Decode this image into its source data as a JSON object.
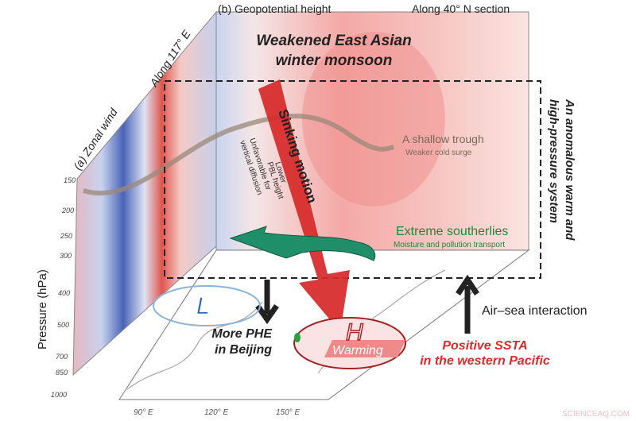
{
  "panel_a": {
    "label": "(a) Zonal wind",
    "section": "Along 117° E"
  },
  "panel_b": {
    "label": "(b) Geopotential height",
    "section": "Along 40° N section"
  },
  "axis": {
    "ylabel": "Pressure (hPa)",
    "yticks": [
      "150",
      "200",
      "250",
      "300",
      "400",
      "500",
      "700",
      "850",
      "1000"
    ],
    "xticks": [
      "90° E",
      "120° E",
      "150° E"
    ]
  },
  "labels": {
    "monsoon_line1": "Weakened East Asian",
    "monsoon_line2": "winter monsoon",
    "trough": "A shallow trough",
    "cold_surge": "Weaker cold surge",
    "sinking": "Sinking motion",
    "pbl_line1": "Lower",
    "pbl_line2": "PBL height",
    "diff_line1": "Unfavorable for",
    "diff_line2": "vertical diffusion",
    "southerlies": "Extreme southerlies",
    "moisture": "Moisture and pollution transport",
    "anomalous_line1": "An anomalous warm and",
    "anomalous_line2": "high-pressure system",
    "low": "L",
    "high": "H",
    "phe_line1": "More PHE",
    "phe_line2": "in Beijing",
    "warming": "Warming",
    "airsea": "Air–sea interaction",
    "ssta_line1": "Positive SSTA",
    "ssta_line2": "in the western Pacific"
  },
  "watermark": "SCIENCEAQ.COM",
  "colors": {
    "red": "#d82c2c",
    "green": "#1e9a5a",
    "blue": "#2a6bb5",
    "brown": "#8a7a6a"
  }
}
